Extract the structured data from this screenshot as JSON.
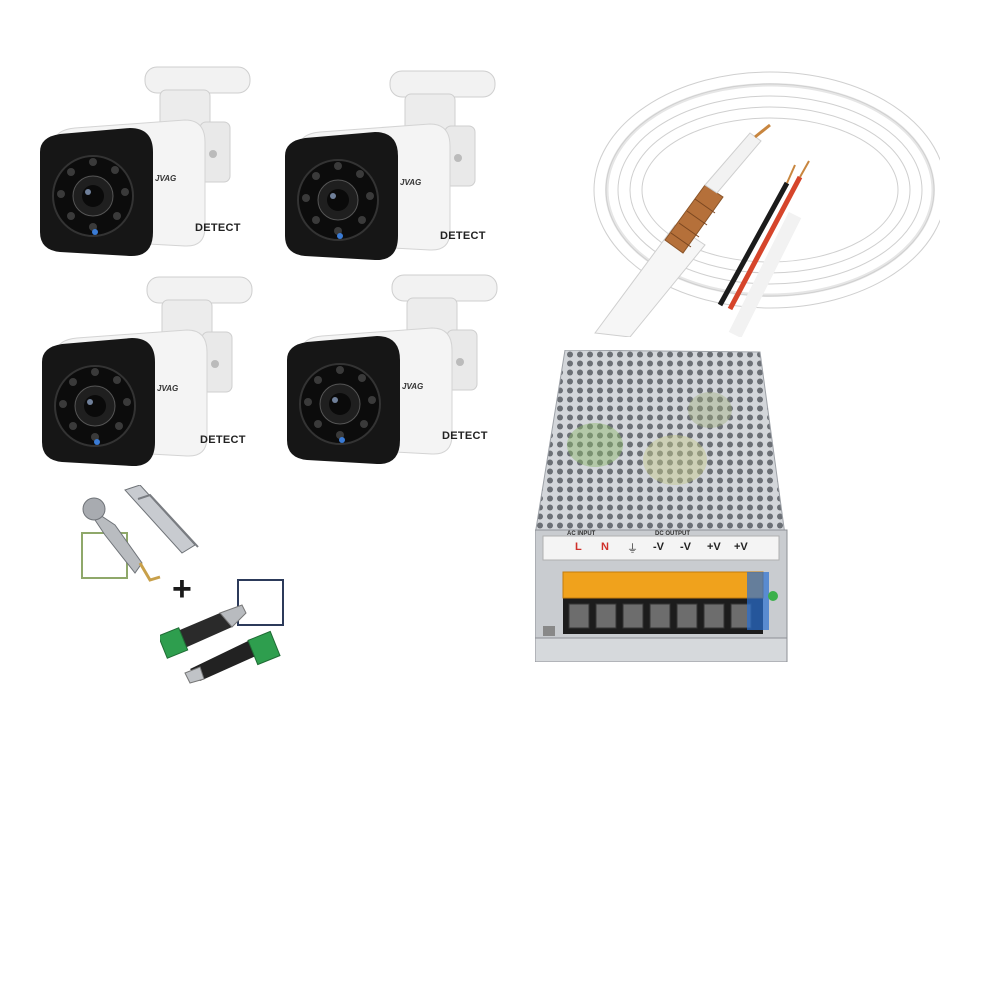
{
  "cameras": [
    {
      "brand": "JVAG",
      "badge": "DETECT"
    },
    {
      "brand": "JVAG",
      "badge": "DETECT"
    },
    {
      "brand": "JVAG",
      "badge": "DETECT"
    },
    {
      "brand": "JVAG",
      "badge": "DETECT"
    }
  ],
  "connectors": {
    "plus_sign": "+"
  },
  "power_supply": {
    "terminals": [
      "L",
      "N",
      "⏚",
      "-V",
      "-V",
      "+V",
      "+V"
    ],
    "header_left": "AC INPUT",
    "header_right": "DC OUTPUT"
  },
  "colors": {
    "camera_body": "#f4f4f4",
    "camera_face": "#161616",
    "cable": "#f7f7f7",
    "braid": "#b5703a",
    "psu_metal": "#c9ccd0",
    "terminal_orange": "#f0a21c",
    "connector_green": "#2e9e4e"
  }
}
